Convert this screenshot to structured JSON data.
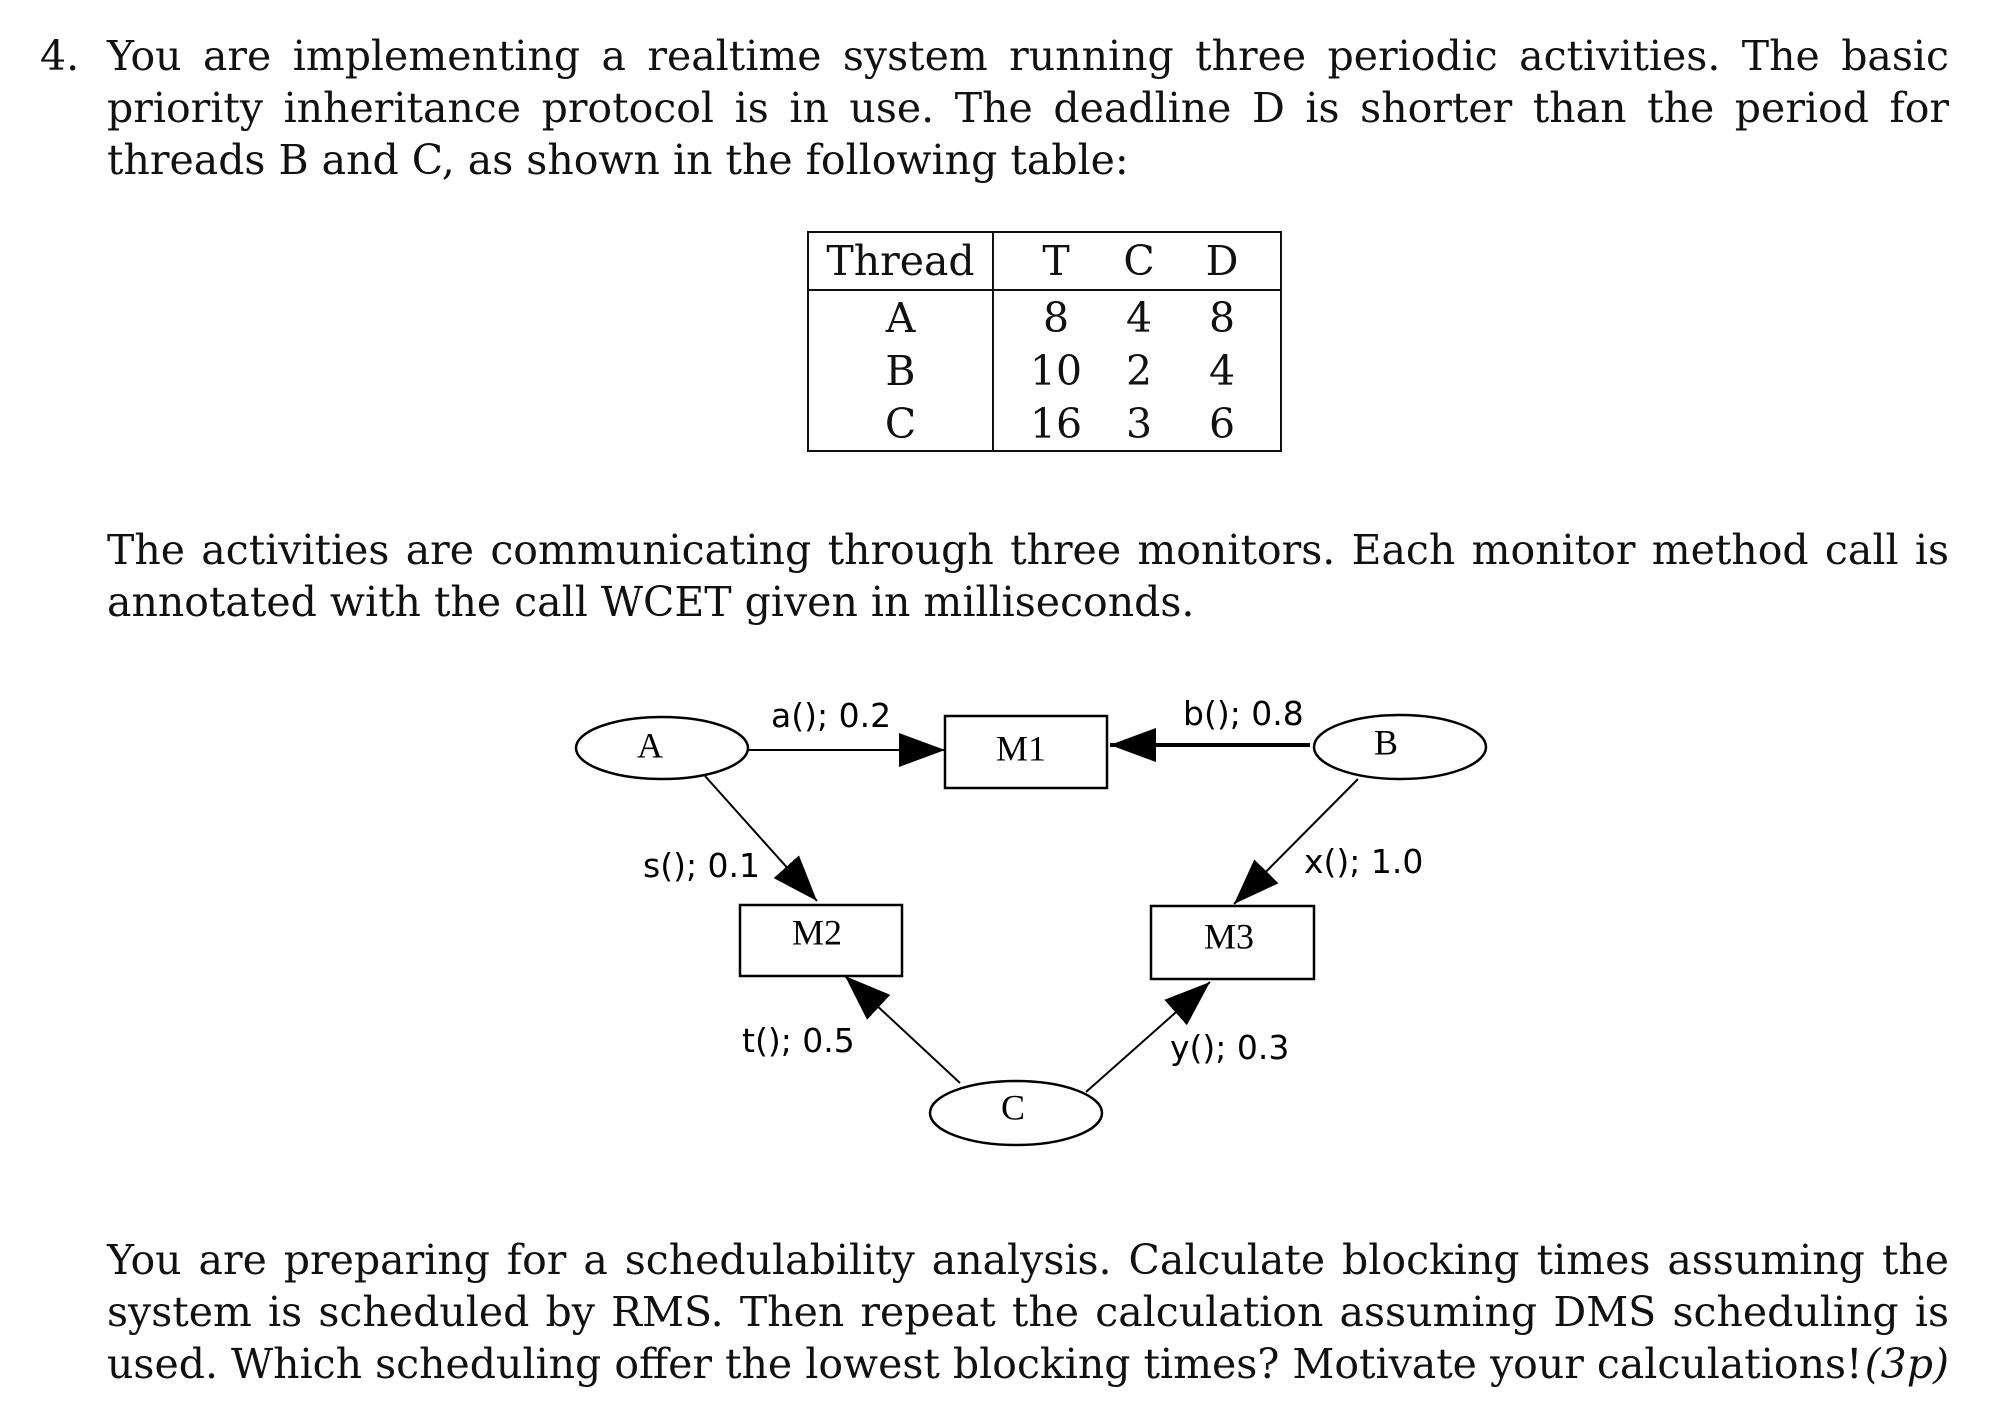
{
  "question": {
    "number": "4.",
    "intro": "You are implementing a realtime system running three periodic activities. The basic priority inheritance protocol is in use. The deadline D is shorter than the period for threads B and C, as shown in the following table:",
    "monitors_text": "The activities are communicating through three monitors. Each monitor method call is annotated with the call WCET given in milliseconds.",
    "task_text": "You are preparing for a schedulability analysis. Calculate blocking times assuming the system is scheduled by RMS. Then repeat the calculation assuming DMS scheduling is used. Which scheduling offer the lowest blocking times? Motivate your calculations!",
    "points": "(3p)"
  },
  "table": {
    "headers": {
      "thread": "Thread",
      "t": "T",
      "c": "C",
      "d": "D"
    },
    "rows": [
      {
        "thread": "A",
        "t": "8",
        "c": "4",
        "d": "8"
      },
      {
        "thread": "B",
        "t": "10",
        "c": "2",
        "d": "4"
      },
      {
        "thread": "C",
        "t": "16",
        "c": "3",
        "d": "6"
      }
    ]
  },
  "diagram": {
    "threads": {
      "a": "A",
      "b": "B",
      "c": "C"
    },
    "monitors": {
      "m1": "M1",
      "m2": "M2",
      "m3": "M3"
    },
    "calls": {
      "a_m1": "a(); 0.2",
      "b_m1": "b(); 0.8",
      "a_m2": "s(); 0.1",
      "b_m3": "x(); 1.0",
      "c_m2": "t(); 0.5",
      "c_m3": "y(); 0.3"
    }
  }
}
